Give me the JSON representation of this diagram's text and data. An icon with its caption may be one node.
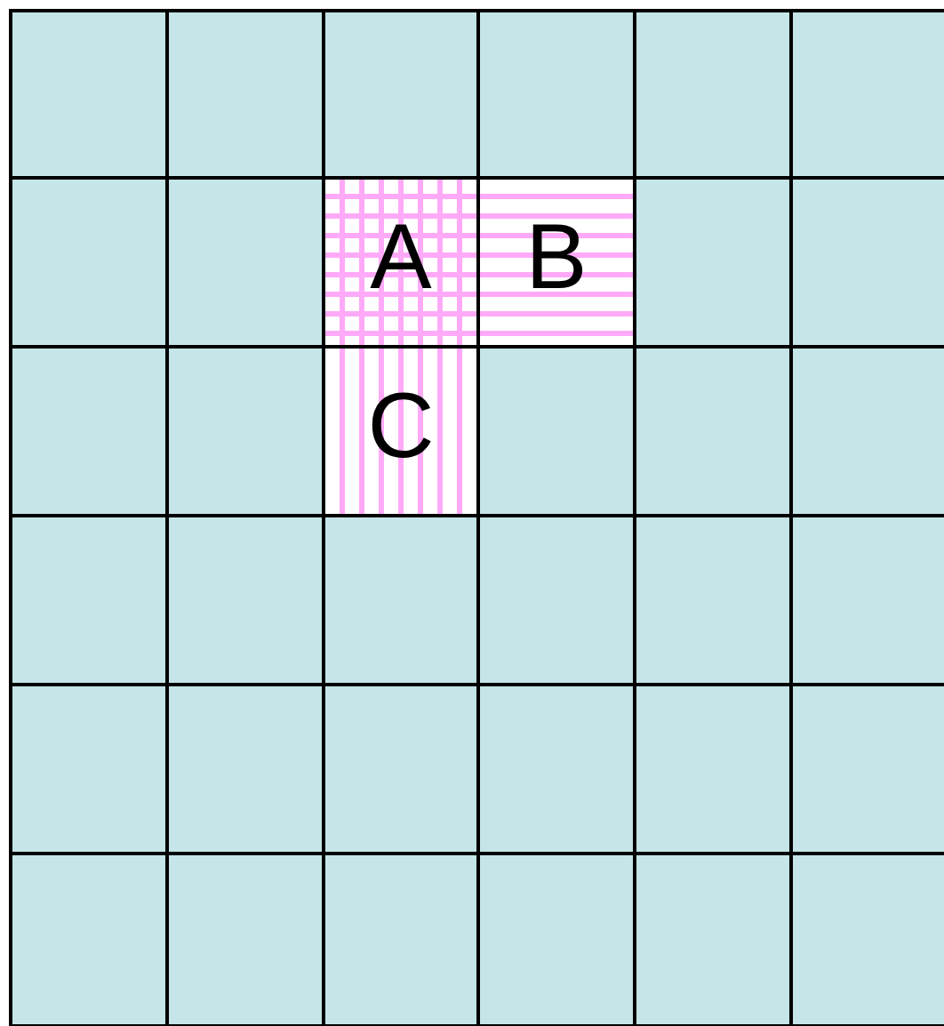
{
  "diagram": {
    "nodes": [
      {
        "text": [],
        "shape": "box"
      },
      {
        "text": [],
        "shape": "box"
      },
      {
        "text": [],
        "shape": "box"
      },
      {
        "text": [],
        "shape": "box"
      },
      {
        "text": [],
        "shape": "box"
      },
      {
        "text": [],
        "shape": "box"
      },
      {
        "text": [],
        "shape": "box"
      },
      {
        "text": [],
        "shape": "box"
      },
      {
        "text": [
          "A"
        ]
      },
      {
        "text": [
          "B"
        ]
      },
      {
        "text": [],
        "shape": "box"
      },
      {
        "text": [],
        "shape": "box"
      },
      {
        "text": [],
        "shape": "box"
      },
      {
        "text": [],
        "shape": "box"
      },
      {
        "text": [
          "C"
        ]
      },
      {
        "text": [],
        "shape": "box"
      },
      {
        "text": [],
        "shape": "box"
      },
      {
        "text": [],
        "shape": "box"
      },
      {
        "text": [],
        "shape": "box"
      },
      {
        "text": [],
        "shape": "box"
      },
      {
        "text": [],
        "shape": "box"
      },
      {
        "text": [],
        "shape": "box"
      },
      {
        "text": [],
        "shape": "box"
      },
      {
        "text": [],
        "shape": "box"
      },
      {
        "text": [],
        "shape": "box"
      },
      {
        "text": [],
        "shape": "box"
      },
      {
        "text": [],
        "shape": "box"
      },
      {
        "text": [],
        "shape": "box"
      },
      {
        "text": [],
        "shape": "box"
      },
      {
        "text": [],
        "shape": "box"
      },
      {
        "text": [],
        "shape": "box"
      },
      {
        "text": [],
        "shape": "box"
      },
      {
        "text": [],
        "shape": "box"
      },
      {
        "text": [],
        "shape": "box"
      },
      {
        "text": [],
        "shape": "box"
      },
      {
        "text": [],
        "shape": "box"
      }
    ]
  }
}
